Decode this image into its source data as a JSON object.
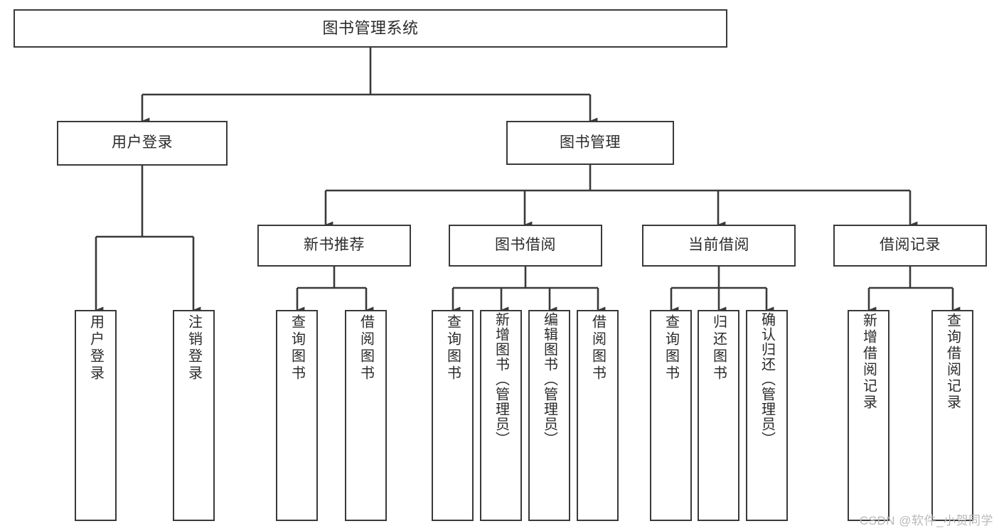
{
  "diagram": {
    "type": "tree-hierarchy",
    "title": "图书管理系统",
    "colors": {
      "stroke": "#3a3a3a",
      "text": "#2b2b2b",
      "background": "#ffffff",
      "watermark": "#b9b9b9"
    },
    "root": {
      "label": "图书管理系统"
    },
    "level1": [
      {
        "label": "用户登录"
      },
      {
        "label": "图书管理"
      }
    ],
    "level2": [
      {
        "label": "新书推荐"
      },
      {
        "label": "图书借阅"
      },
      {
        "label": "当前借阅"
      },
      {
        "label": "借阅记录"
      }
    ],
    "leaves": {
      "user_login": [
        {
          "label": "用户登录"
        },
        {
          "label": "注销登录"
        }
      ],
      "new_book_recommend": [
        {
          "label": "查询图书"
        },
        {
          "label": "借阅图书"
        }
      ],
      "book_borrow": [
        {
          "label": "查询图书"
        },
        {
          "label": "新增图书（管理员）"
        },
        {
          "label": "编辑图书（管理员）"
        },
        {
          "label": "借阅图书"
        }
      ],
      "current_borrow": [
        {
          "label": "查询图书"
        },
        {
          "label": "归还图书"
        },
        {
          "label": "确认归还（管理员）"
        }
      ],
      "borrow_record": [
        {
          "label": "新增借阅记录"
        },
        {
          "label": "查询借阅记录"
        }
      ]
    },
    "watermark": "CSDN @软件_小贺同学"
  }
}
